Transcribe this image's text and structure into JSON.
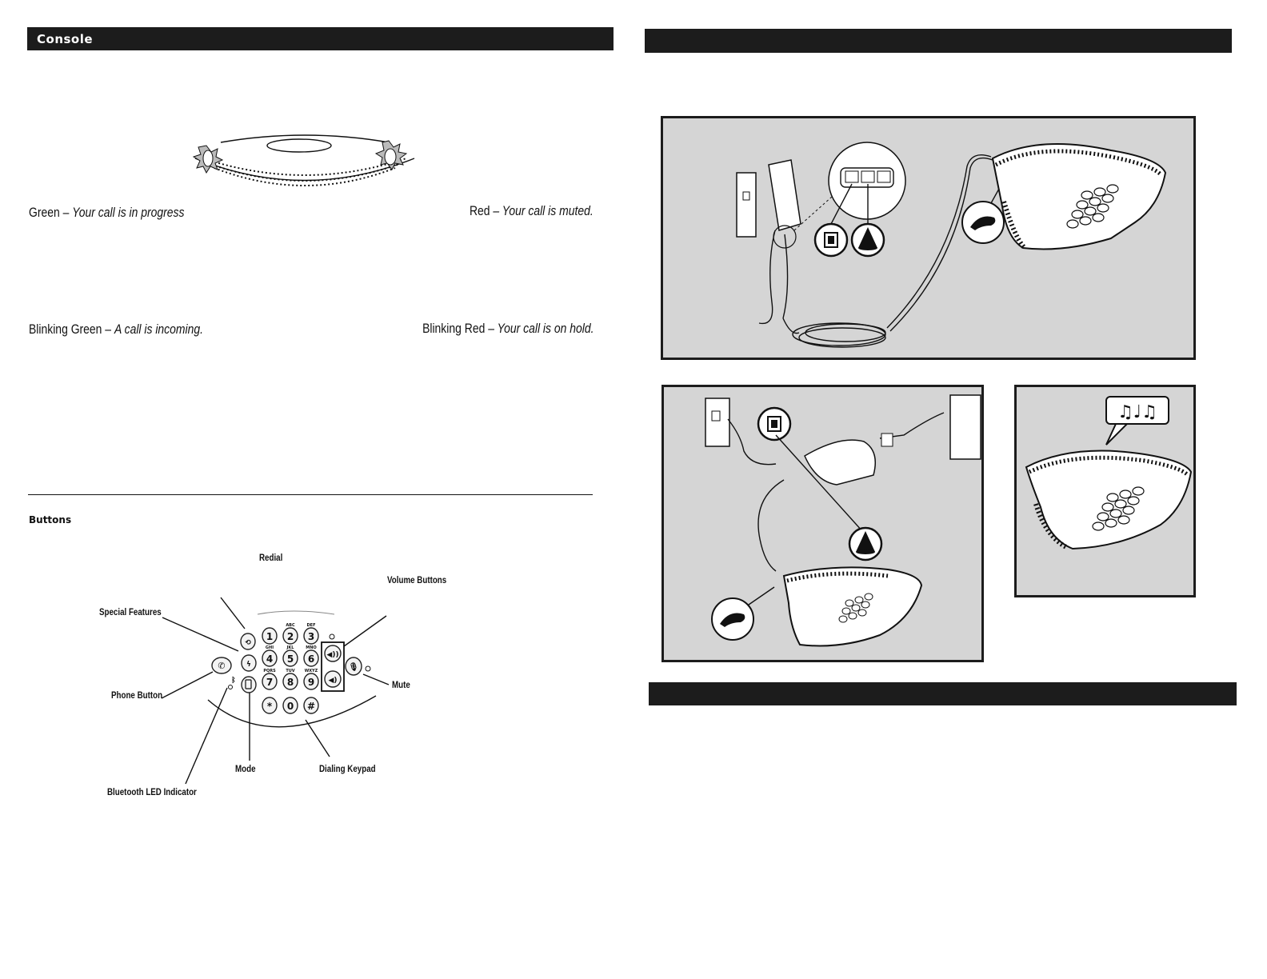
{
  "left_page": {
    "console_header": "Console",
    "led_states": {
      "green": {
        "name": "Green –",
        "desc": "Your call is in progress"
      },
      "red": {
        "name": "Red",
        "desc": "– Your call is muted."
      },
      "blinking_green": {
        "name": "Blinking Green –",
        "desc": "A call is incoming."
      },
      "blinking_red": {
        "name": "Blinking Red",
        "desc": "– Your call is on hold."
      }
    },
    "buttons_header": "Buttons",
    "callouts": {
      "redial": "Redial",
      "volume_buttons": "Volume Buttons",
      "special_features": "Special Features",
      "phone_button": "Phone Button",
      "mute": "Mute",
      "mode": "Mode",
      "dialing_keypad": "Dialing Keypad",
      "bluetooth_led": "Bluetooth LED Indicator"
    },
    "keypad": {
      "keys": [
        "1",
        "2",
        "3",
        "4",
        "5",
        "6",
        "7",
        "8",
        "9",
        "*",
        "0",
        "#"
      ],
      "letters": [
        "",
        "ABC",
        "DEF",
        "GHI",
        "JKL",
        "MNO",
        "PQRS",
        "TUV",
        "WXYZ",
        "",
        "",
        ""
      ]
    }
  },
  "right_page": {
    "setup_header": "",
    "bottom_header": ""
  },
  "colors": {
    "bar": "#1c1c1c",
    "panel_bg": "#d5d5d5",
    "panel_border": "#1c1c1c"
  },
  "icons": [
    "phone-jack-icon",
    "conference-phone-icon",
    "handset-cord-icon",
    "music-notes-icon"
  ]
}
